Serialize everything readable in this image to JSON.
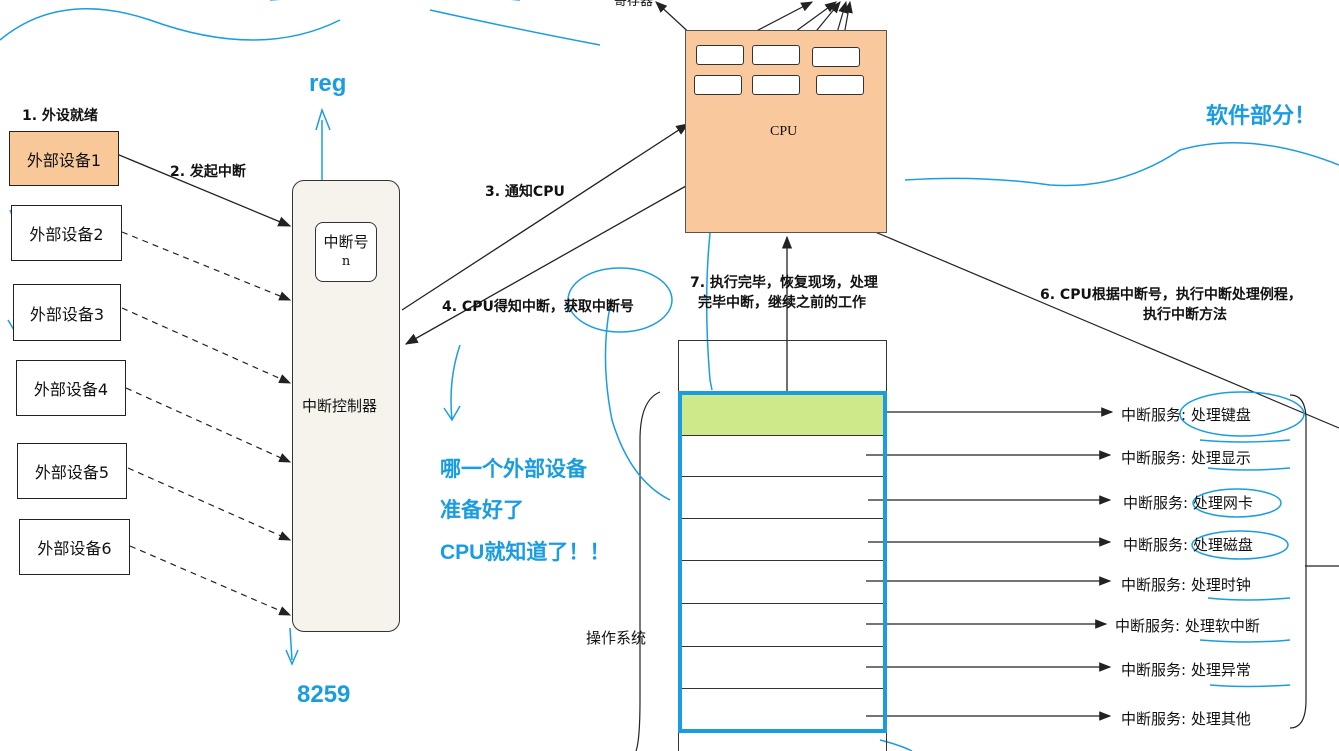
{
  "devices": [
    {
      "label": "外部设备1",
      "ready": true
    },
    {
      "label": "外部设备2",
      "ready": false
    },
    {
      "label": "外部设备3",
      "ready": false
    },
    {
      "label": "外部设备4",
      "ready": false
    },
    {
      "label": "外部设备5",
      "ready": false
    },
    {
      "label": "外部设备6",
      "ready": false
    }
  ],
  "steps": {
    "s1": "1. 外设就绪",
    "s2": "2. 发起中断",
    "s3": "3. 通知CPU",
    "s4": "4. CPU得知中断，获取中断号",
    "s6_line1": "6. CPU根据中断号，执行中断处理例程，",
    "s6_line2": "执行中断方法",
    "s7_line1": "7. 执行完毕，恢复现场，处理",
    "s7_line2": "完毕中断，继续之前的工作"
  },
  "controller": {
    "irq_label": "中断号",
    "irq_value": "n",
    "name": "中断控制器"
  },
  "cpu": {
    "label": "CPU"
  },
  "annotations": {
    "reg": "reg",
    "chip": "8259",
    "software": "软件部分！",
    "note_line1": "哪一个外部设备",
    "note_line2": "准备好了",
    "note_line3": "CPU就知道了！！",
    "os": "操作系统",
    "top_cut": "寄存器"
  },
  "services": [
    {
      "prefix": "中断服务:",
      "name": "处理键盘"
    },
    {
      "prefix": "中断服务:",
      "name": "处理显示"
    },
    {
      "prefix": "中断服务:",
      "name": "处理网卡"
    },
    {
      "prefix": "中断服务:",
      "name": "处理磁盘"
    },
    {
      "prefix": "中断服务:",
      "name": "处理时钟"
    },
    {
      "prefix": "中断服务:",
      "name": "处理软中断"
    },
    {
      "prefix": "中断服务:",
      "name": "处理异常"
    },
    {
      "prefix": "中断服务:",
      "name": "处理其他"
    }
  ],
  "colors": {
    "accent_blue": "#1a9de0",
    "cpu_fill": "#f9c89c",
    "device_ready_fill": "#f8c898",
    "vector_active_fill": "#cde98a"
  }
}
